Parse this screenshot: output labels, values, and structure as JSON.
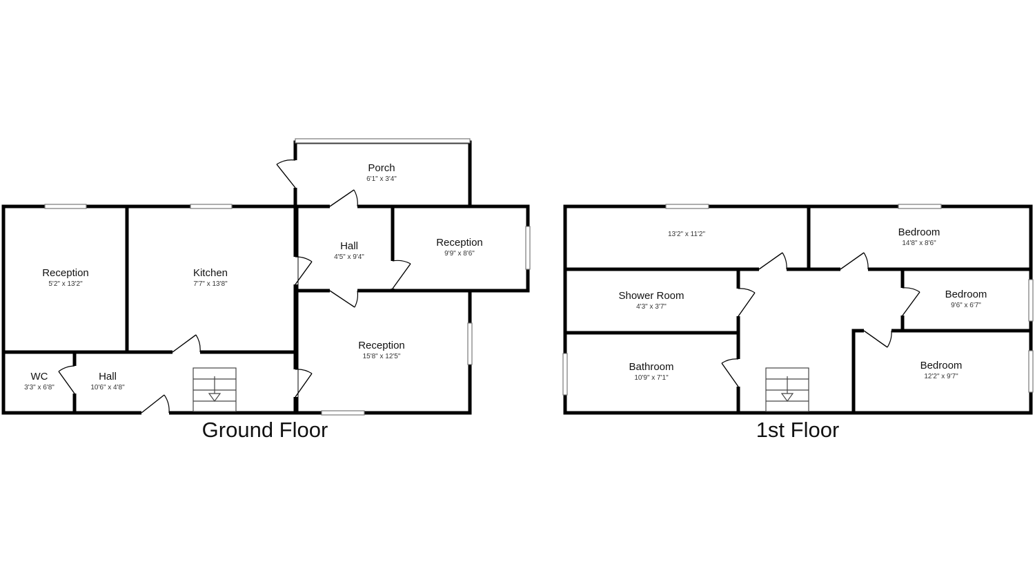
{
  "floors": {
    "ground": {
      "title": "Ground Floor",
      "rooms": {
        "porch": {
          "name": "Porch",
          "dim": "6'1\" x 3'4\""
        },
        "reception_left": {
          "name": "Reception",
          "dim": "5'2\" x 13'2\""
        },
        "kitchen": {
          "name": "Kitchen",
          "dim": "7'7\" x 13'8\""
        },
        "hall_upper": {
          "name": "Hall",
          "dim": "4'5\" x 9'4\""
        },
        "reception_right": {
          "name": "Reception",
          "dim": "9'9\" x 8'6\""
        },
        "reception_lower": {
          "name": "Reception",
          "dim": "15'8\" x 12'5\""
        },
        "wc": {
          "name": "WC",
          "dim": "3'3\" x 6'8\""
        },
        "hall_lower": {
          "name": "Hall",
          "dim": "10'6\" x 4'8\""
        }
      }
    },
    "first": {
      "title": "1st Floor",
      "rooms": {
        "room_unnamed": {
          "name": "",
          "dim": "13'2\" x 11'2\""
        },
        "bedroom_top": {
          "name": "Bedroom",
          "dim": "14'8\" x 8'6\""
        },
        "shower_room": {
          "name": "Shower Room",
          "dim": "4'3\" x 3'7\""
        },
        "bedroom_mid": {
          "name": "Bedroom",
          "dim": "9'6\" x 6'7\""
        },
        "bathroom": {
          "name": "Bathroom",
          "dim": "10'9\" x 7'1\""
        },
        "bedroom_bottom": {
          "name": "Bedroom",
          "dim": "12'2\" x 9'7\""
        }
      }
    }
  }
}
